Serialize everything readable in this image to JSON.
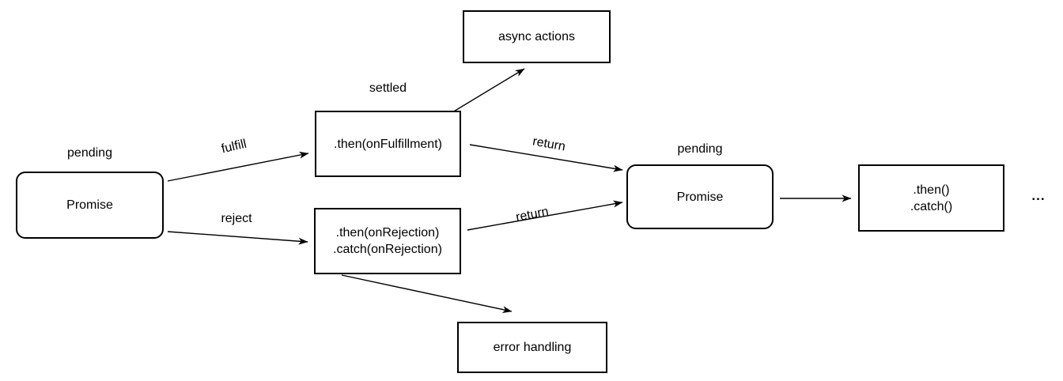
{
  "diagram": {
    "title": "promise-flow-diagram",
    "colors": {
      "stroke": "#000000",
      "fill": "#ffffff",
      "text": "#000000"
    },
    "nodes": {
      "promise1": {
        "label": "Promise",
        "state_label": "pending",
        "shape": "rounded-rectangle"
      },
      "then_fulfill": {
        "label": ".then(onFulfillment)",
        "state_label": "settled",
        "shape": "rectangle"
      },
      "then_reject": {
        "line1": ".then(onRejection)",
        "line2": ".catch(onRejection)",
        "shape": "rectangle"
      },
      "async_actions": {
        "label": "async actions",
        "shape": "rectangle"
      },
      "error_handling": {
        "label": "error handling",
        "shape": "rectangle"
      },
      "promise2": {
        "label": "Promise",
        "state_label": "pending",
        "shape": "rounded-rectangle"
      },
      "then_catch": {
        "line1": ".then()",
        "line2": ".catch()",
        "shape": "rectangle"
      },
      "ellipsis": {
        "label": "..."
      }
    },
    "edges": {
      "fulfill": {
        "label": "fulfill",
        "from": "promise1",
        "to": "then_fulfill"
      },
      "reject": {
        "label": "reject",
        "from": "promise1",
        "to": "then_reject"
      },
      "to_async_actions": {
        "label": "",
        "from": "then_fulfill",
        "to": "async_actions"
      },
      "return_top": {
        "label": "return",
        "from": "then_fulfill",
        "to": "promise2"
      },
      "return_bottom": {
        "label": "return",
        "from": "then_reject",
        "to": "promise2"
      },
      "to_error_handling": {
        "label": "",
        "from": "then_reject",
        "to": "error_handling"
      },
      "to_next_then": {
        "label": "",
        "from": "promise2",
        "to": "then_catch"
      }
    }
  }
}
